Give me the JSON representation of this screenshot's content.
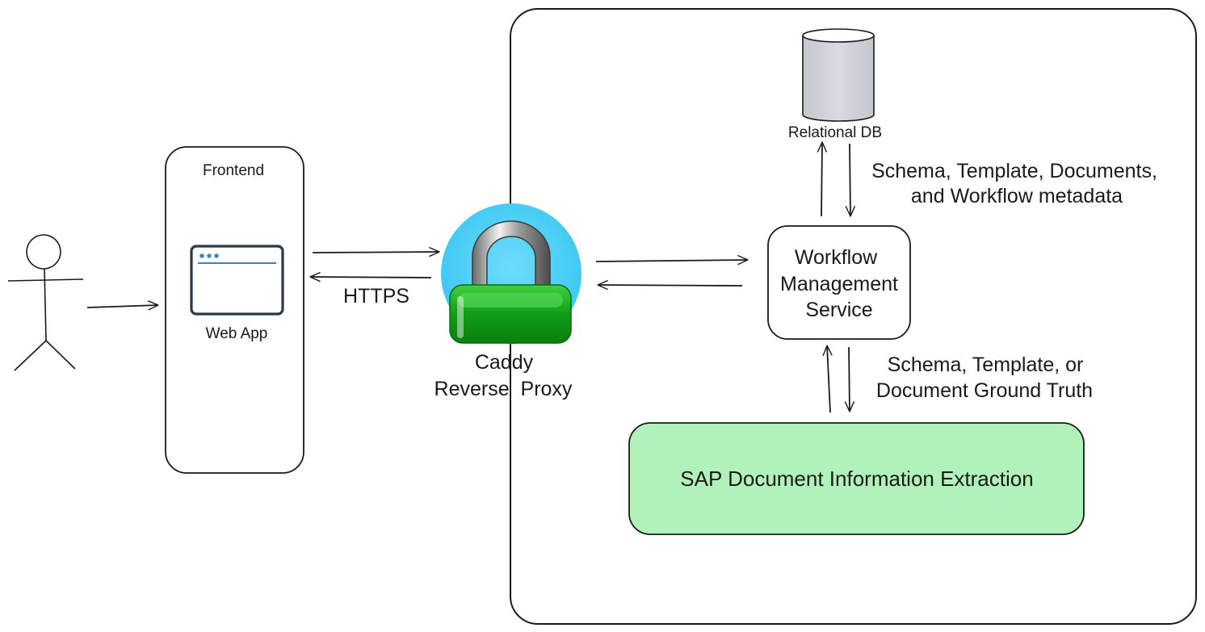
{
  "frontend": {
    "title": "Frontend",
    "web_app_label": "Web App"
  },
  "proxy": {
    "protocol_label": "HTTPS",
    "name_line1": "Caddy",
    "name_line2": "Reverse  Proxy"
  },
  "database": {
    "label": "Relational DB",
    "flow_label_line1": "Schema, Template, Documents,",
    "flow_label_line2": "and Workflow metadata"
  },
  "service": {
    "line1": "Workflow",
    "line2": "Management",
    "line3": "Service"
  },
  "extraction": {
    "flow_label_line1": "Schema, Template, or",
    "flow_label_line2": "Document Ground Truth",
    "label": "SAP Document Information Extraction"
  },
  "colors": {
    "line": "#1a1a1a",
    "browser_dots": "#3b82c4",
    "db_fill": "#cfd3da",
    "lock_bg": "#44cdf5",
    "lock_body": "#13a81a",
    "extraction_fill": "#b0f2b9"
  },
  "icons": {
    "user": "stick-figure-icon",
    "web_app": "browser-window-icon",
    "proxy": "padlock-icon",
    "database": "database-cylinder-icon"
  }
}
